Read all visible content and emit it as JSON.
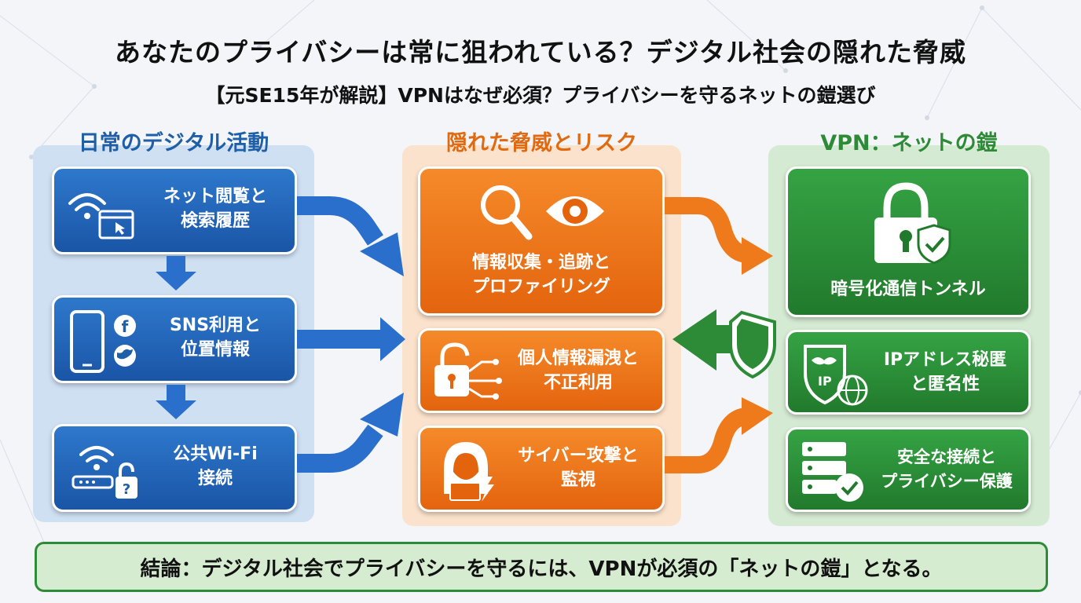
{
  "title": "あなたのプライバシーは常に狙われている？デジタル社会の隠れた脅威",
  "subtitle": "【元SE15年が解説】VPNはなぜ必須？プライバシーを守るネットの鎧選び",
  "columns": {
    "activities": {
      "heading": "日常のデジタル活動",
      "cards": [
        {
          "label": "ネット閲覧と\n検索履歴",
          "icon": "wifi-browser-icon"
        },
        {
          "label": "SNS利用と\n位置情報",
          "icon": "smartphone-social-icon"
        },
        {
          "label": "公共Wi-Fi\n接続",
          "icon": "public-wifi-lock-icon"
        }
      ]
    },
    "threats": {
      "heading": "隠れた脅威とリスク",
      "cards": [
        {
          "label": "情報収集・追跡と\nプロファイリング",
          "icon": "magnifier-eye-icon"
        },
        {
          "label": "個人情報漏洩と\n不正利用",
          "icon": "unlocked-padlock-circuit-icon"
        },
        {
          "label": "サイバー攻撃と\n監視",
          "icon": "hacker-icon"
        }
      ]
    },
    "vpn": {
      "heading": "VPN：ネットの鎧",
      "cards": [
        {
          "label": "暗号化通信トンネル",
          "icon": "padlock-shield-icon"
        },
        {
          "label": "IPアドレス秘匿\nと匿名性",
          "icon": "ip-mask-globe-icon"
        },
        {
          "label": "安全な接続と\nプライバシー保護",
          "icon": "server-check-icon"
        }
      ]
    }
  },
  "conclusion": "結論：デジタル社会でプライバシーを守るには、VPNが必須の「ネットの鎧」となる。",
  "colors": {
    "blue": "#1f5fa8",
    "orange": "#e4640e",
    "green": "#2d8a36",
    "arrow_blue": "#2a6fcc",
    "arrow_orange": "#ee7a1c",
    "arrow_green": "#2d8a36"
  }
}
